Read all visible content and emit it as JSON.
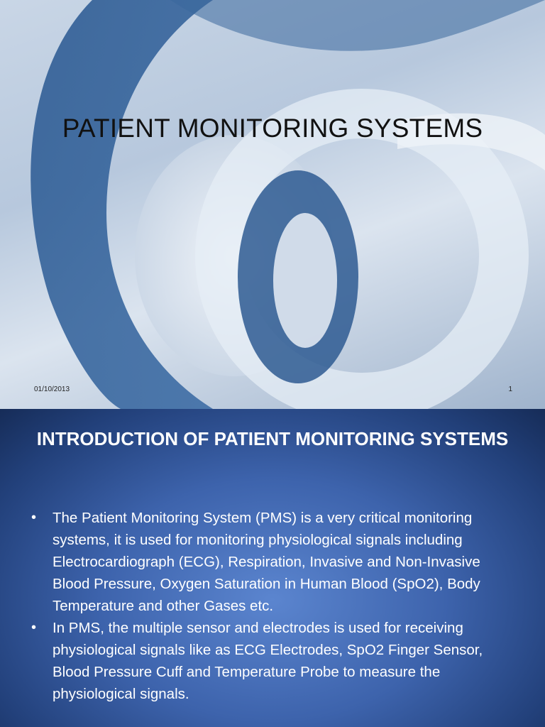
{
  "slide1": {
    "title": "PATIENT MONITORING SYSTEMS",
    "date": "01/10/2013",
    "slide_number": "1"
  },
  "slide2": {
    "title": "INTRODUCTION OF PATIENT MONITORING SYSTEMS",
    "bullets": [
      "The Patient Monitoring System (PMS) is a very critical monitoring systems, it is used for monitoring physiological signals including Electrocardiograph (ECG), Respiration, Invasive and Non-Invasive Blood Pressure, Oxygen Saturation in Human Blood (SpO2), Body Temperature and other Gases etc.",
      "In PMS, the multiple sensor and electrodes is used for receiving physiological signals like as ECG Electrodes, SpO2 Finger Sensor, Blood Pressure Cuff and Temperature Probe to measure the physiological signals."
    ],
    "bullet_glyph": "•"
  },
  "colors": {
    "slide1_background": "#c9d6e6",
    "slide2_background": "#3d63ac"
  }
}
